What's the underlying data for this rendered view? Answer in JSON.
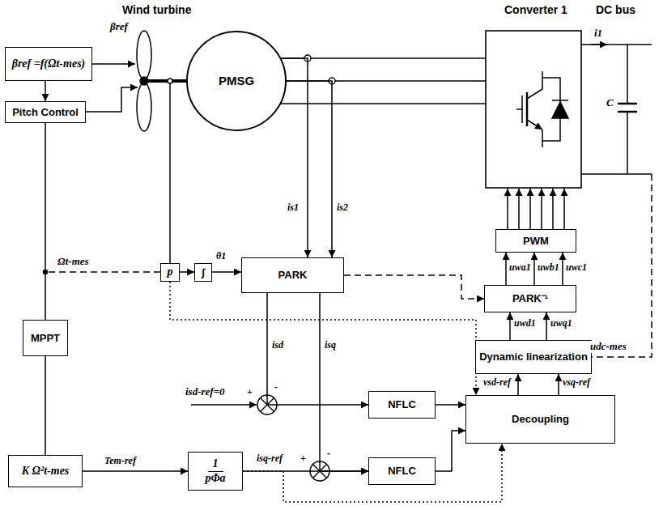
{
  "diagram": {
    "nodes": [
      {
        "text": [
          "βref =f(Ωt-mes)"
        ]
      },
      {
        "text": [
          "Pitch Control"
        ]
      },
      {
        "text": [
          "PMSG"
        ]
      },
      {
        "text": [
          "PWM"
        ]
      },
      {
        "text": [
          "p"
        ]
      },
      {
        "text": [
          "∫"
        ]
      },
      {
        "text": [
          "PARK"
        ]
      },
      {
        "text": [
          "PARK⁻¹"
        ]
      },
      {
        "text": [
          "MPPT"
        ]
      },
      {
        "text": [
          "Dynamic linearization"
        ]
      },
      {
        "text": [
          "NFLC"
        ]
      },
      {
        "text": [
          "Decoupling"
        ]
      },
      {
        "text": [
          "K Ω²t-mes"
        ]
      },
      {
        "text": [
          "1",
          "pΦa"
        ]
      },
      {
        "text": [
          "NFLC"
        ]
      }
    ],
    "edges": [
      {
        "from": 0,
        "to": 1,
        "arrow": "to"
      },
      {
        "from": 1,
        "to": 8,
        "arrow": "none"
      },
      {
        "from": 8,
        "to": 12,
        "arrow": "none"
      },
      {
        "from": 12,
        "to": 13,
        "arrow": "to",
        "label": "Tem-ref"
      },
      {
        "from": 2,
        "to": 6,
        "arrow": "to",
        "label": "is1"
      },
      {
        "from": 2,
        "to": 6,
        "arrow": "to",
        "label": "is2"
      },
      {
        "from": 4,
        "to": 5,
        "arrow": "to"
      },
      {
        "from": 5,
        "to": 6,
        "arrow": "to",
        "label": "θ1"
      },
      {
        "from": 6,
        "to": 7,
        "arrow": "to"
      },
      {
        "from": 6,
        "to": 10,
        "arrow": "to",
        "label": "isd"
      },
      {
        "from": 6,
        "to": 14,
        "arrow": "to",
        "label": "isq"
      },
      {
        "from": 13,
        "to": 14,
        "arrow": "to",
        "label": "isq-ref"
      },
      {
        "from": 10,
        "to": 11,
        "arrow": "to"
      },
      {
        "from": 14,
        "to": 11,
        "arrow": "to"
      },
      {
        "from": 4,
        "to": 11,
        "arrow": "to"
      },
      {
        "from": 13,
        "to": 11,
        "arrow": "to"
      },
      {
        "from": 11,
        "to": 9,
        "arrow": "to",
        "label": "vsd-ref"
      },
      {
        "from": 11,
        "to": 9,
        "arrow": "to",
        "label": "vsq-ref"
      },
      {
        "from": 9,
        "to": 7,
        "arrow": "to",
        "label": "uwd1"
      },
      {
        "from": 9,
        "to": 7,
        "arrow": "to",
        "label": "uwq1"
      },
      {
        "from": 7,
        "to": 3,
        "arrow": "to",
        "label": "uwa1"
      },
      {
        "from": 7,
        "to": 3,
        "arrow": "to",
        "label": "uwb1"
      },
      {
        "from": 7,
        "to": 3,
        "arrow": "to",
        "label": "uwc1"
      }
    ],
    "labels": [
      "Wind turbine",
      "Converter 1",
      "DC bus",
      "βref",
      "i1",
      "C",
      "Ωt-mes",
      "isd-ref=0",
      "udc-mes",
      "+",
      "-",
      "+",
      "-"
    ]
  }
}
